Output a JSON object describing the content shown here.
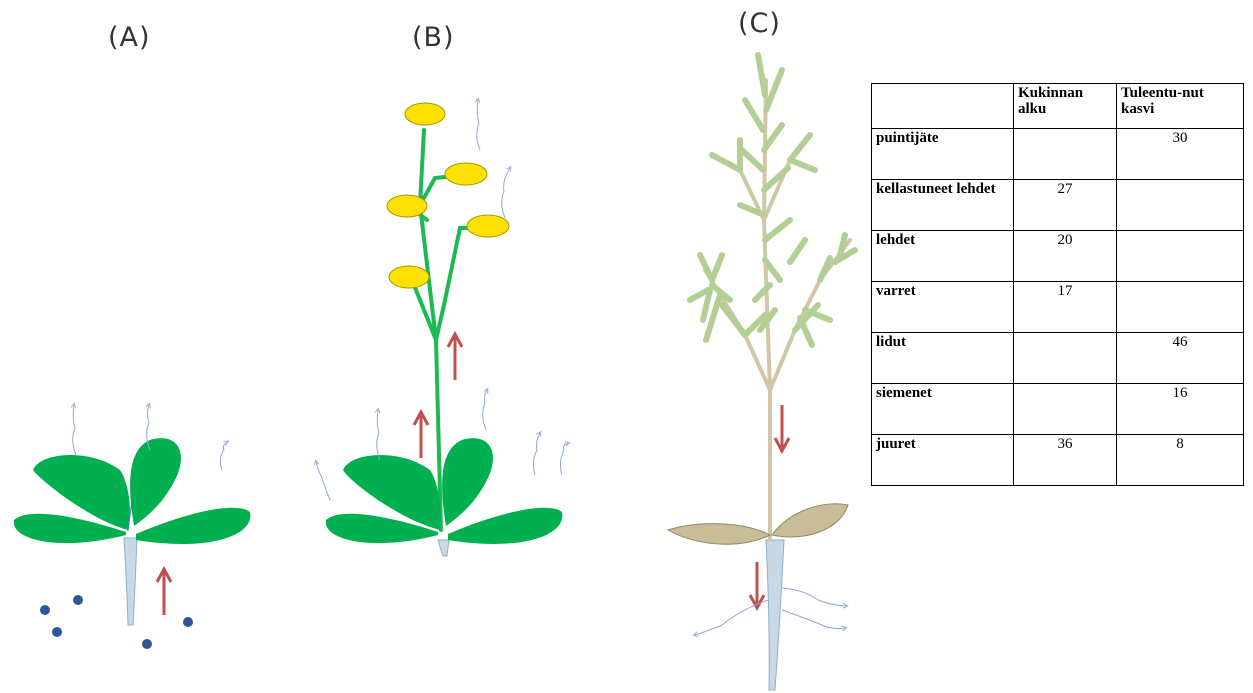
{
  "labels": {
    "a": "(A)",
    "b": "(B)",
    "c": "(C)"
  },
  "colors": {
    "leaf": "#00b050",
    "flower": "#ffe000",
    "stem_b": "#1db954",
    "grain_stalk": "#d3c6a6",
    "grain_leaf": "#b4cf95",
    "grain_base_leaf": "#c9bd98",
    "arrow_red": "#c0504d",
    "arrow_blue": "#8ea9db",
    "dots": "#2f5597",
    "root": "#c8d8e4"
  },
  "icons": [
    "upward-red-arrow-icon",
    "downward-red-arrow-icon",
    "evaporation-arrow-icon"
  ],
  "table": {
    "headers": [
      "",
      "Kukinnan alku",
      "Tuleentu-nut kasvi"
    ],
    "rows": [
      {
        "label": "puintijäte",
        "kukinnan_alku": "",
        "tuleentunut": "30"
      },
      {
        "label": "kellastuneet lehdet",
        "kukinnan_alku": "27",
        "tuleentunut": ""
      },
      {
        "label": "lehdet",
        "kukinnan_alku": "20",
        "tuleentunut": ""
      },
      {
        "label": "varret",
        "kukinnan_alku": "17",
        "tuleentunut": ""
      },
      {
        "label": "lidut",
        "kukinnan_alku": "",
        "tuleentunut": "46"
      },
      {
        "label": "siemenet",
        "kukinnan_alku": "",
        "tuleentunut": "16"
      },
      {
        "label": "juuret",
        "kukinnan_alku": "36",
        "tuleentunut": "8"
      }
    ]
  }
}
